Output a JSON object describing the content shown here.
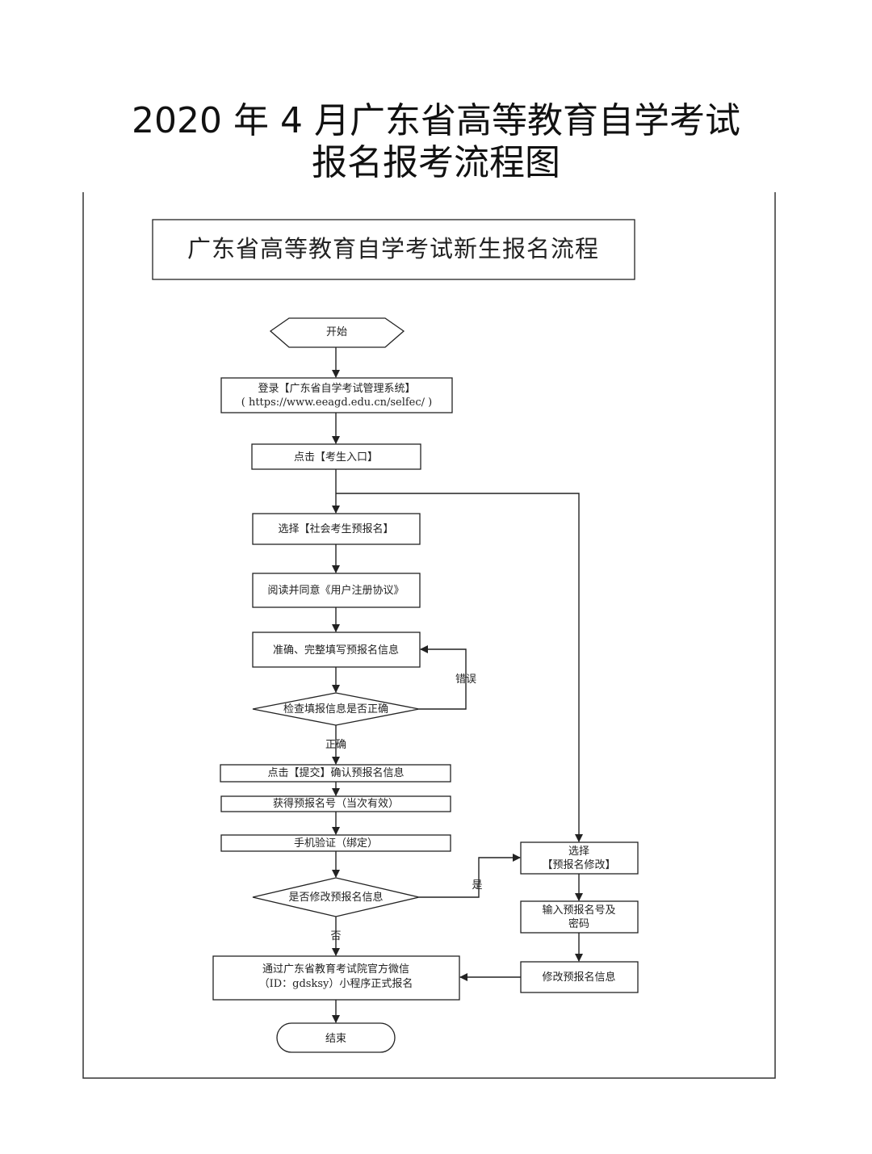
{
  "title": {
    "line1": "2020 年 4 月广东省高等教育自学考试",
    "line2": "报名报考流程图"
  },
  "header": "广东省高等教育自学考试新生报名流程",
  "nodes": {
    "start": "开始",
    "login_1": "登录【广东省自学考试管理系统】",
    "login_2": "( https://www.eeagd.edu.cn/selfec/ )",
    "click_entry": "点击【考生入口】",
    "choose_prereg": "选择【社会考生预报名】",
    "read_agree": "阅读并同意《用户注册协议》",
    "fill_info": "准确、完整填写预报名信息",
    "check": "检查填报信息是否正确",
    "submit": "点击【提交】确认预报名信息",
    "get_number": "获得预报名号（当次有效）",
    "phone_verify": "手机验证（绑定）",
    "modify_q": "是否修改预报名信息",
    "formal_1": "通过广东省教育考试院官方微信",
    "formal_2": "（ID：gdsksy）小程序正式报名",
    "end": "结束",
    "choose_modify_1": "选择",
    "choose_modify_2": "【预报名修改】",
    "input_1": "输入预报名号及",
    "input_2": "密码",
    "modify_info": "修改预报名信息"
  },
  "edge_labels": {
    "error": "错误",
    "correct": "正确",
    "yes": "是",
    "no": "否"
  }
}
